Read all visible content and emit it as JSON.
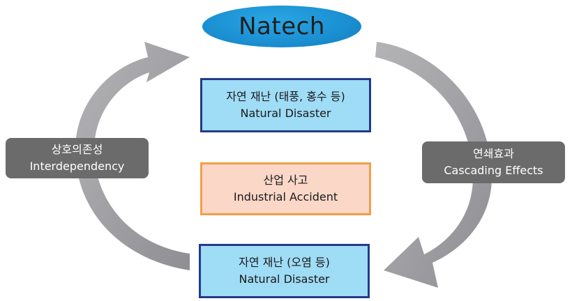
{
  "diagram": {
    "center": {
      "title": "Natech"
    },
    "boxes": {
      "top": {
        "line1": "자연 재난 (태풍, 홍수 등)",
        "line2": "Natural Disaster"
      },
      "middle": {
        "line1": "산업 사고",
        "line2": "Industrial Accident"
      },
      "bottom": {
        "line1": "자연 재난 (오염 등)",
        "line2": "Natural Disaster"
      }
    },
    "left_label": {
      "line1": "상호의존성",
      "line2": "Interdependency"
    },
    "right_label": {
      "line1": "연쇄효과",
      "line2": "Cascading Effects"
    }
  },
  "colors": {
    "ellipse": "#1a8fd1",
    "blue_box_fill": "#9fdcf6",
    "blue_box_border": "#233a8b",
    "orange_box_fill": "#fad7c7",
    "orange_box_border": "#f1a04a",
    "label_fill": "#6b6b6b",
    "arrow": "#a3a3a6"
  }
}
